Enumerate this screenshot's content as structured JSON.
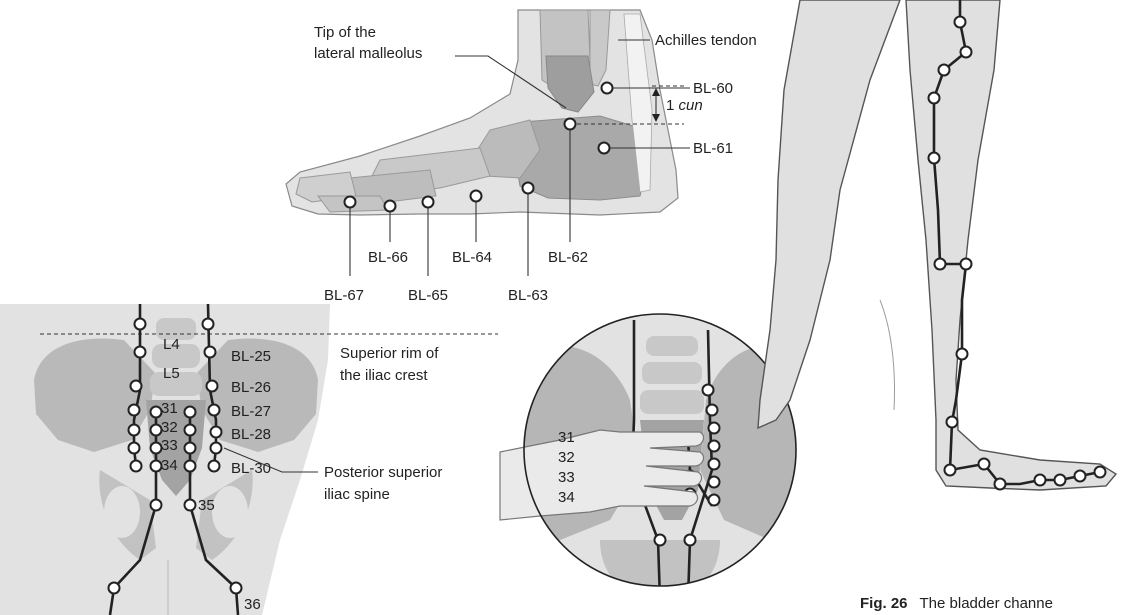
{
  "foot": {
    "label_lateral_malleolus_line1": "Tip of the",
    "label_lateral_malleolus_line2": "lateral malleolus",
    "label_achilles": "Achilles tendon",
    "label_cun_num": "1",
    "label_cun_unit": "cun",
    "points": [
      "BL-60",
      "BL-61",
      "BL-62",
      "BL-63",
      "BL-64",
      "BL-65",
      "BL-66",
      "BL-67"
    ]
  },
  "pelvis": {
    "vertebrae": [
      "L4",
      "L5"
    ],
    "label_iliac_crest_line1": "Superior rim of",
    "label_iliac_crest_line2": "the iliac crest",
    "label_psis_line1": "Posterior superior",
    "label_psis_line2": "iliac spine",
    "points_right": [
      "BL-25",
      "BL-26",
      "BL-27",
      "BL-28",
      "BL-30"
    ],
    "sacral_numbers": [
      "31",
      "32",
      "33",
      "34"
    ],
    "lower_numbers": [
      "35",
      "36"
    ]
  },
  "hand_inset": {
    "finger_numbers": [
      "31",
      "32",
      "33",
      "34"
    ]
  },
  "caption": {
    "fig": "Fig. 26",
    "text": "The bladder channe"
  },
  "colors": {
    "skin": "#e2e2e2",
    "bone": "#bdbdbd",
    "bone_dark": "#9c9c9c",
    "line": "#222222"
  }
}
